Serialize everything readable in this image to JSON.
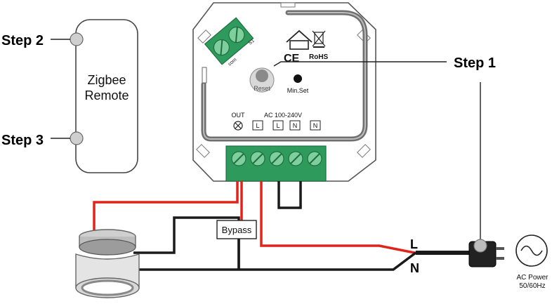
{
  "steps": {
    "step1": "Step 1",
    "step2": "Step 2",
    "step3": "Step 3"
  },
  "remote": {
    "line1": "Zigbee",
    "line2": "Remote"
  },
  "device": {
    "reset": "Reset",
    "min_set": "Min.Set",
    "out": "OUT",
    "ac_range": "AC 100-240V",
    "terminals": [
      "L",
      "L",
      "N",
      "N"
    ],
    "com": "com",
    "s1": "S1",
    "rohs": "RoHS",
    "ce": "CE"
  },
  "bypass": "Bypass",
  "wires": {
    "L": "L",
    "N": "N"
  },
  "power": {
    "line1": "AC Power",
    "line2": "50/60Hz"
  },
  "colors": {
    "live": "#e0231b",
    "neutral": "#1a1a1a",
    "terminal": "#2e9b5c",
    "outline": "#333333"
  }
}
